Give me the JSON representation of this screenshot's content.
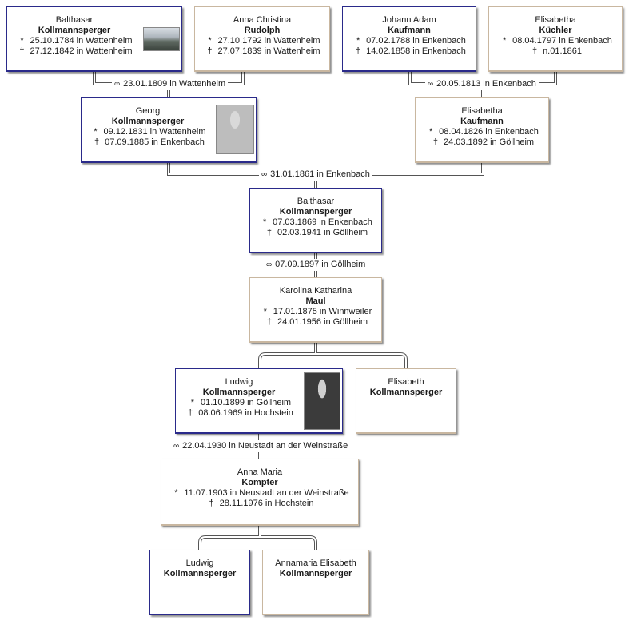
{
  "symbols": {
    "birth": "*",
    "death": "†",
    "marriage": "∞"
  },
  "persons": {
    "balthasar_sen": {
      "given": "Balthasar",
      "surname": "Kollmannsperger",
      "birth": "25.10.1784 in Wattenheim",
      "death": "27.12.1842 in Wattenheim"
    },
    "anna_christina": {
      "given": "Anna Christina",
      "surname": "Rudolph",
      "birth": "27.10.1792 in Wattenheim",
      "death": "27.07.1839 in Wattenheim"
    },
    "johann_adam": {
      "given": "Johann Adam",
      "surname": "Kaufmann",
      "birth": "07.02.1788 in Enkenbach",
      "death": "14.02.1858 in Enkenbach"
    },
    "elisabetha_kuechler": {
      "given": "Elisabetha",
      "surname": "Küchler",
      "birth": "08.04.1797 in Enkenbach",
      "death": "n.01.1861"
    },
    "georg": {
      "given": "Georg",
      "surname": "Kollmannsperger",
      "birth": "09.12.1831 in Wattenheim",
      "death": "07.09.1885 in Enkenbach"
    },
    "elisabetha_kaufmann": {
      "given": "Elisabetha",
      "surname": "Kaufmann",
      "birth": "08.04.1826 in Enkenbach",
      "death": "24.03.1892 in Göllheim"
    },
    "balthasar_jun": {
      "given": "Balthasar",
      "surname": "Kollmannsperger",
      "birth": "07.03.1869 in Enkenbach",
      "death": "02.03.1941 in Göllheim"
    },
    "karolina": {
      "given": "Karolina Katharina",
      "surname": "Maul",
      "birth": "17.01.1875 in Winnweiler",
      "death": "24.01.1956 in Göllheim"
    },
    "ludwig_sen": {
      "given": "Ludwig",
      "surname": "Kollmannsperger",
      "birth": "01.10.1899 in Göllheim",
      "death": "08.06.1969 in Hochstein"
    },
    "elisabeth": {
      "given": "Elisabeth",
      "surname": "Kollmannsperger",
      "birth": "",
      "death": ""
    },
    "anna_maria": {
      "given": "Anna Maria",
      "surname": "Kompter",
      "birth": "11.07.1903 in Neustadt an der Weinstraße",
      "death": "28.11.1976 in Hochstein"
    },
    "ludwig_jun": {
      "given": "Ludwig",
      "surname": "Kollmannsperger",
      "birth": "",
      "death": ""
    },
    "annamaria": {
      "given": "Annamaria Elisabeth",
      "surname": "Kollmannsperger",
      "birth": "",
      "death": ""
    }
  },
  "marriages": {
    "m1": "23.01.1809 in Wattenheim",
    "m2": "20.05.1813 in Enkenbach",
    "m3": "31.01.1861 in Enkenbach",
    "m4": "07.09.1897 in Göllheim",
    "m5": "22.04.1930 in Neustadt an der Weinstraße"
  },
  "colors": {
    "male_border": "#2a2a8a",
    "female_border": "#c9b7a0",
    "connector": "#555555"
  }
}
